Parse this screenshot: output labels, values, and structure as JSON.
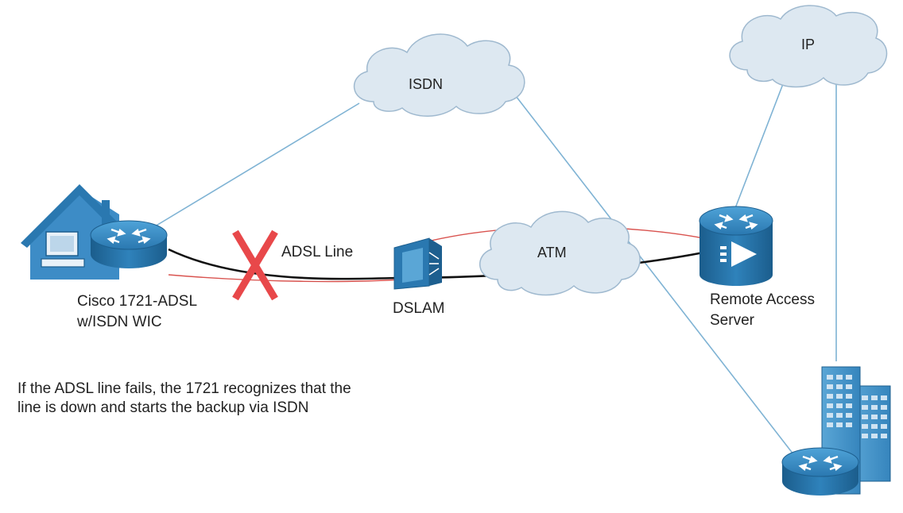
{
  "diagram": {
    "clouds": {
      "isdn": "ISDN",
      "ip": "IP",
      "atm": "ATM"
    },
    "labels": {
      "adsl_line": "ADSL Line",
      "dslam": "DSLAM",
      "cisco_router_line1": "Cisco 1721-ADSL",
      "cisco_router_line2": "w/ISDN WIC",
      "ras_line1": "Remote Access",
      "ras_line2": "Server"
    },
    "note": {
      "line1": "If the ADSL line fails, the 1721 recognizes that the",
      "line2": "line is down and starts the backup via ISDN"
    },
    "colors": {
      "device_blue": "#2f7fb8",
      "device_dark": "#1d5f8f",
      "cloud_fill": "#dde8f1",
      "cloud_stroke": "#9fb9cf",
      "link_blue": "#7fb3d4",
      "adsl_black": "#111111",
      "backup_red": "#d9534f",
      "fail_x": "#e8484a"
    }
  }
}
